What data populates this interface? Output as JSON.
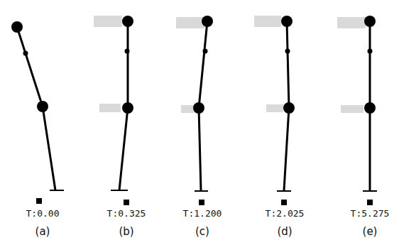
{
  "diagram": {
    "labels": [
      "T:0.00",
      "(a)",
      "T:0.325",
      "(b)",
      "T:1.200",
      "(c)",
      "T:2.025",
      "(d)",
      "T:5.275",
      "(e)"
    ]
  }
}
